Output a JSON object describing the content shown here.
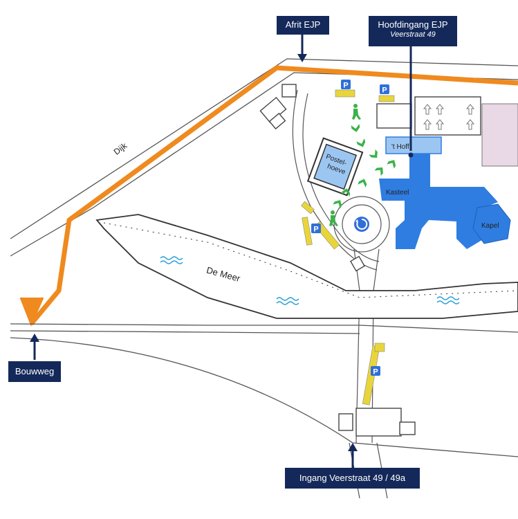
{
  "callouts": {
    "afrit": {
      "label": "Afrit EJP"
    },
    "hoofdingang": {
      "label": "Hoofdingang EJP",
      "sublabel": "Veerstraat 49"
    },
    "bouwweg": {
      "label": "Bouwweg"
    },
    "ingang": {
      "label": "Ingang Veerstraat 49 / 49a"
    }
  },
  "labels": {
    "dijk": "Dijk",
    "de_meer": "De Meer",
    "t_hoff": "'t Hoff",
    "kasteel": "Kasteel",
    "kapel": "Kapel",
    "posthoeve_line1": "Postel-",
    "posthoeve_line2": "hoeve"
  },
  "icons": {
    "parking": "parking-icon",
    "pedestrian": "pedestrian-icon",
    "roundabout": "roundabout-icon",
    "water": "water-wave-icon",
    "arrow": "arrow-up-icon"
  },
  "colors": {
    "callout_bg": "#14295a",
    "orange_road": "#ef8a1f",
    "building_blue": "#2f7de1",
    "building_light_blue": "#9cc6f2",
    "parking_blue": "#2f6fd8",
    "parking_yellow": "#e8d53c",
    "walk_green": "#3bb24a",
    "pink_building": "#e9d8e6"
  }
}
